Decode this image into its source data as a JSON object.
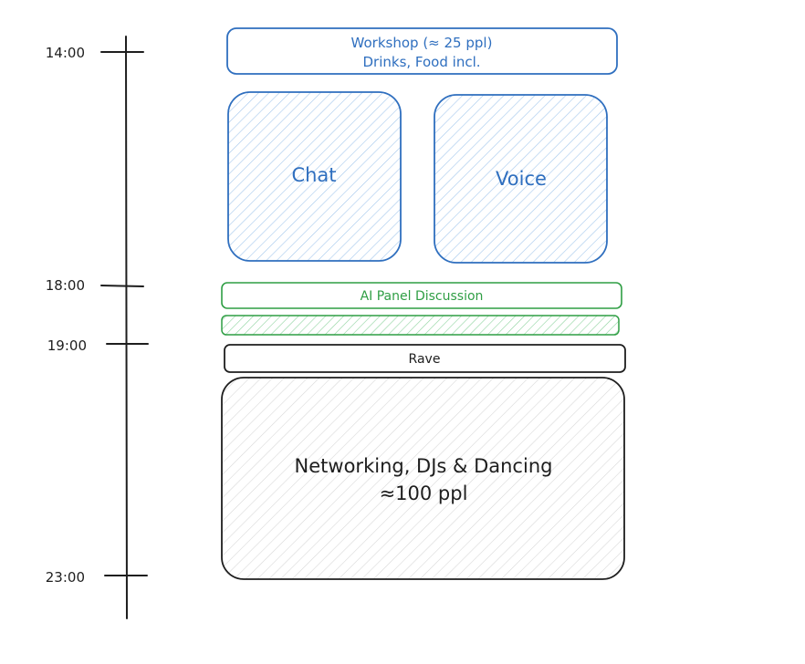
{
  "timeline": {
    "ticks": [
      {
        "label": "14:00"
      },
      {
        "label": "18:00"
      },
      {
        "label": "19:00"
      },
      {
        "label": "23:00"
      }
    ]
  },
  "blocks": {
    "workshop": {
      "line1": "Workshop (≈ 25 ppl)",
      "line2": "Drinks, Food incl."
    },
    "chat": {
      "label": "Chat"
    },
    "voice": {
      "label": "Voice"
    },
    "ai_panel": {
      "label": "AI Panel Discussion"
    },
    "rave": {
      "label": "Rave"
    },
    "networking": {
      "line1": "Networking, DJs & Dancing",
      "line2": "≈100 ppl"
    }
  },
  "colors": {
    "blue": "#2f6fbf",
    "blue_hatch": "#a5c8ec",
    "green": "#2f9e44",
    "green_hatch": "#8fd3a0",
    "black": "#1e1e1e",
    "gray_hatch": "#cfcfcf"
  }
}
